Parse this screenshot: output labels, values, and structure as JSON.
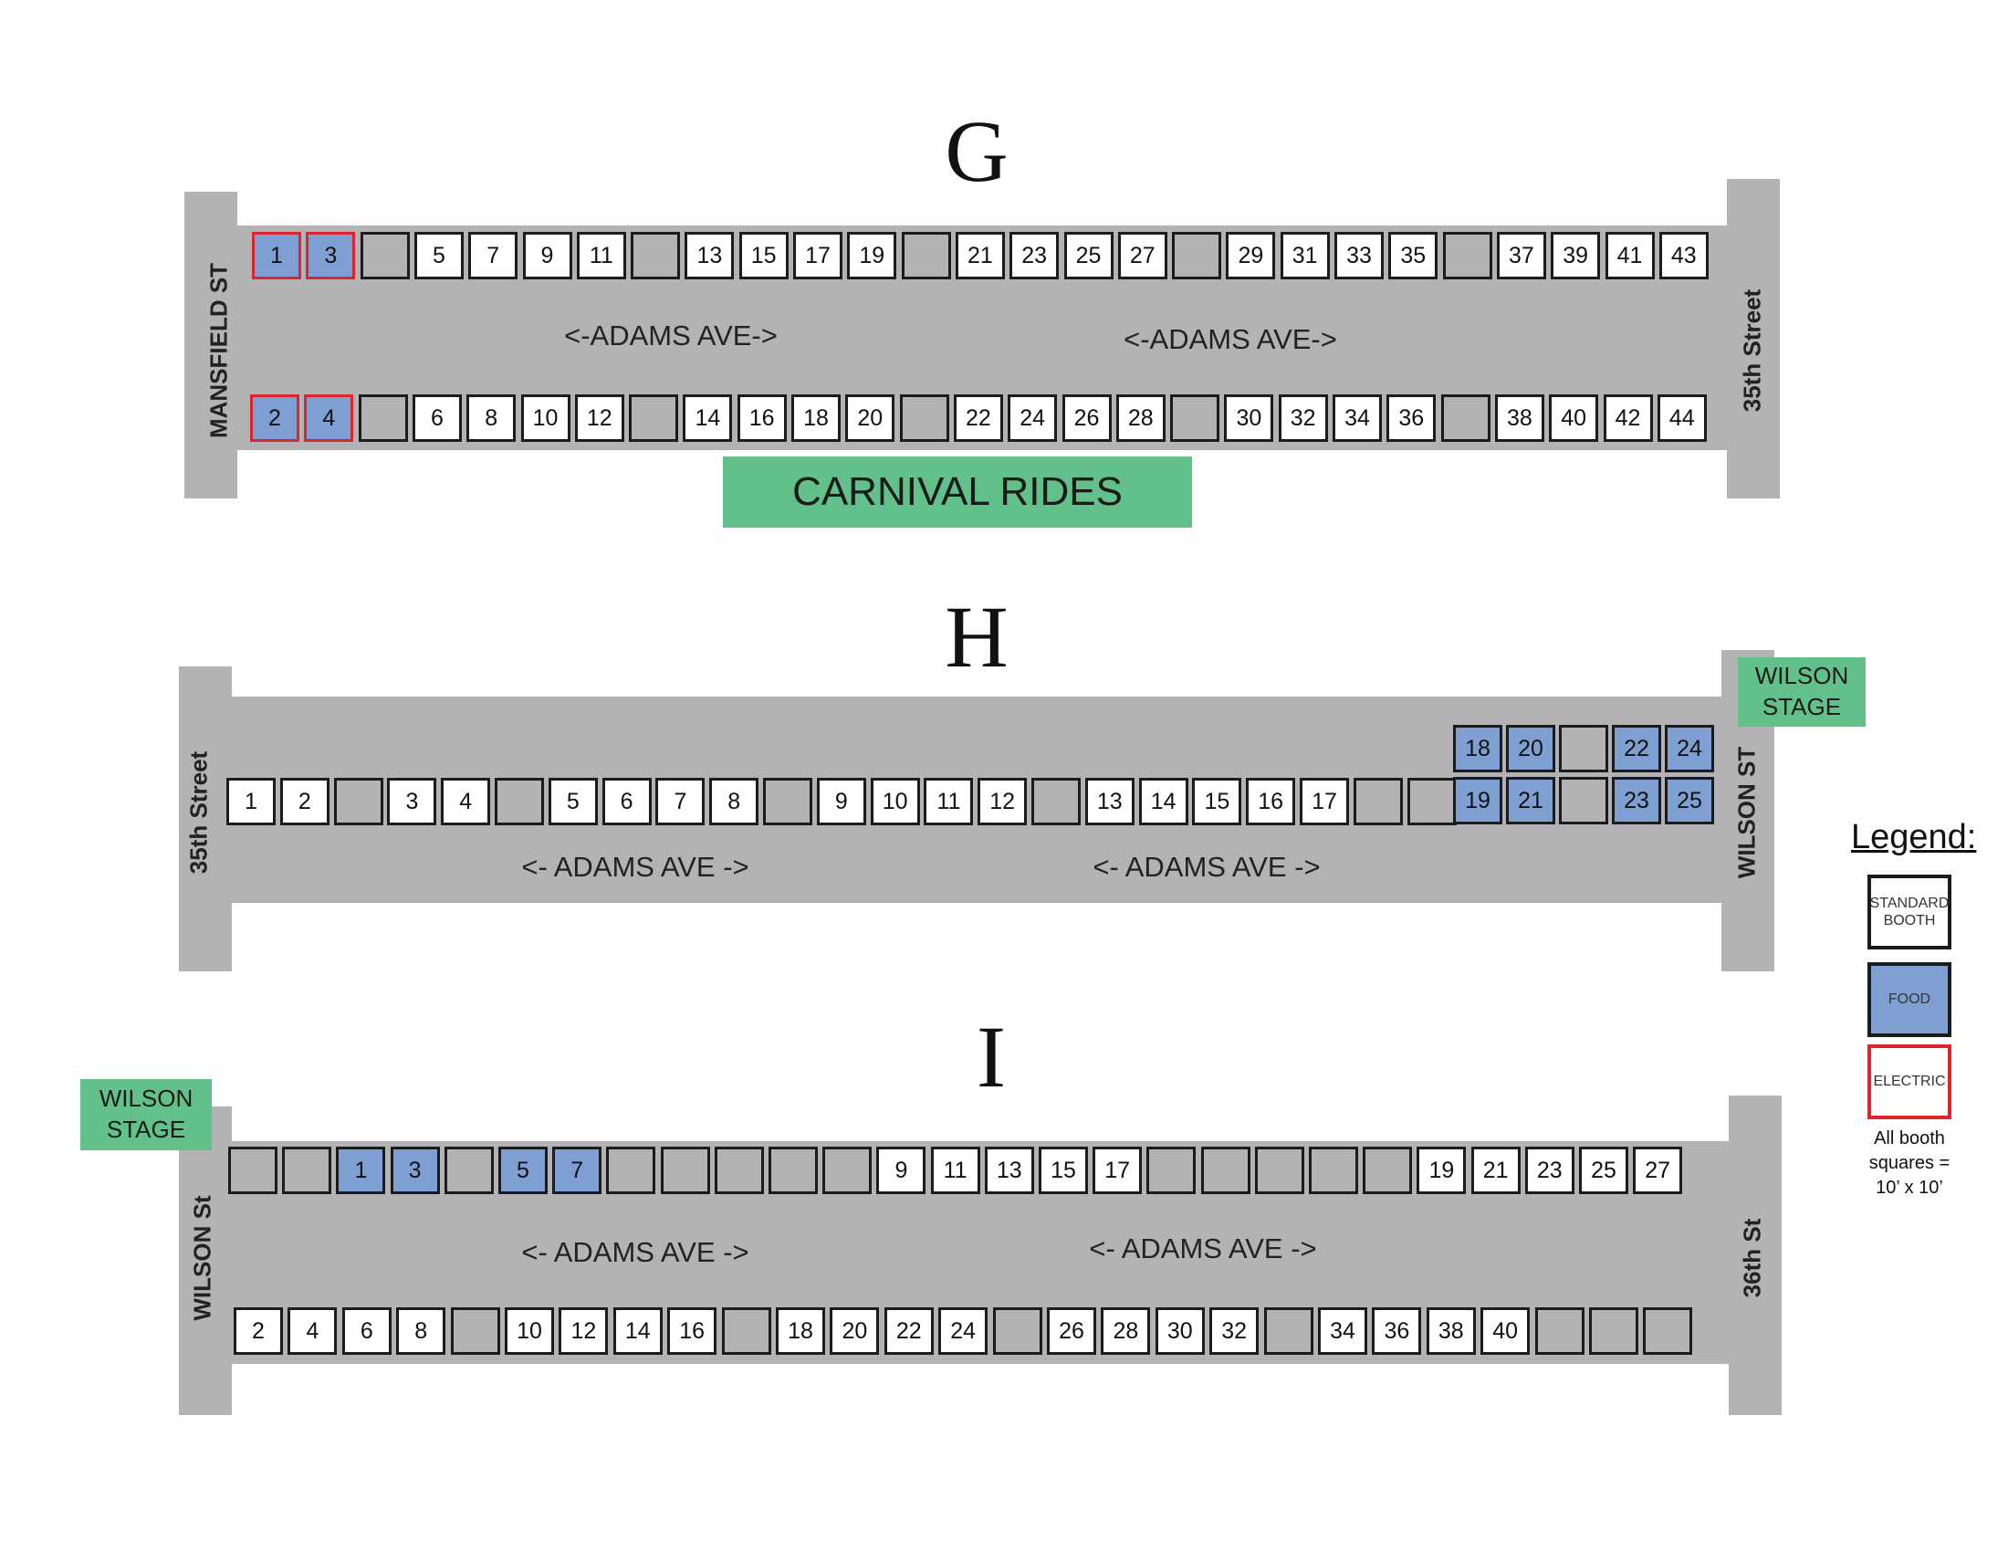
{
  "sections": {
    "G": {
      "title": "G",
      "left_street": "MANSFIELD ST",
      "right_street": "35th Street",
      "ave_labels": [
        "<-ADAMS AVE->",
        "<-ADAMS AVE->"
      ],
      "top_row": [
        {
          "label": "1",
          "type": "food-electric"
        },
        {
          "label": "3",
          "type": "food-electric"
        },
        {
          "label": "",
          "type": "empty"
        },
        {
          "label": "5",
          "type": "standard"
        },
        {
          "label": "7",
          "type": "standard"
        },
        {
          "label": "9",
          "type": "standard"
        },
        {
          "label": "11",
          "type": "standard"
        },
        {
          "label": "",
          "type": "empty"
        },
        {
          "label": "13",
          "type": "standard"
        },
        {
          "label": "15",
          "type": "standard"
        },
        {
          "label": "17",
          "type": "standard"
        },
        {
          "label": "19",
          "type": "standard"
        },
        {
          "label": "",
          "type": "empty"
        },
        {
          "label": "21",
          "type": "standard"
        },
        {
          "label": "23",
          "type": "standard"
        },
        {
          "label": "25",
          "type": "standard"
        },
        {
          "label": "27",
          "type": "standard"
        },
        {
          "label": "",
          "type": "empty"
        },
        {
          "label": "29",
          "type": "standard"
        },
        {
          "label": "31",
          "type": "standard"
        },
        {
          "label": "33",
          "type": "standard"
        },
        {
          "label": "35",
          "type": "standard"
        },
        {
          "label": "",
          "type": "empty"
        },
        {
          "label": "37",
          "type": "standard"
        },
        {
          "label": "39",
          "type": "standard"
        },
        {
          "label": "41",
          "type": "standard"
        },
        {
          "label": "43",
          "type": "standard"
        }
      ],
      "bottom_row": [
        {
          "label": "2",
          "type": "food-electric"
        },
        {
          "label": "4",
          "type": "food-electric"
        },
        {
          "label": "",
          "type": "empty"
        },
        {
          "label": "6",
          "type": "standard"
        },
        {
          "label": "8",
          "type": "standard"
        },
        {
          "label": "10",
          "type": "standard"
        },
        {
          "label": "12",
          "type": "standard"
        },
        {
          "label": "",
          "type": "empty"
        },
        {
          "label": "14",
          "type": "standard"
        },
        {
          "label": "16",
          "type": "standard"
        },
        {
          "label": "18",
          "type": "standard"
        },
        {
          "label": "20",
          "type": "standard"
        },
        {
          "label": "",
          "type": "empty"
        },
        {
          "label": "22",
          "type": "standard"
        },
        {
          "label": "24",
          "type": "standard"
        },
        {
          "label": "26",
          "type": "standard"
        },
        {
          "label": "28",
          "type": "standard"
        },
        {
          "label": "",
          "type": "empty"
        },
        {
          "label": "30",
          "type": "standard"
        },
        {
          "label": "32",
          "type": "standard"
        },
        {
          "label": "34",
          "type": "standard"
        },
        {
          "label": "36",
          "type": "standard"
        },
        {
          "label": "",
          "type": "empty"
        },
        {
          "label": "38",
          "type": "standard"
        },
        {
          "label": "40",
          "type": "standard"
        },
        {
          "label": "42",
          "type": "standard"
        },
        {
          "label": "44",
          "type": "standard"
        }
      ],
      "carnival_label": "CARNIVAL RIDES"
    },
    "H": {
      "title": "H",
      "left_street": "35th Street",
      "right_street": "WILSON ST",
      "ave_labels": [
        "<- ADAMS AVE ->",
        "<- ADAMS AVE ->"
      ],
      "main_row": [
        {
          "label": "1",
          "type": "standard"
        },
        {
          "label": "2",
          "type": "standard"
        },
        {
          "label": "",
          "type": "empty"
        },
        {
          "label": "3",
          "type": "standard"
        },
        {
          "label": "4",
          "type": "standard"
        },
        {
          "label": "",
          "type": "empty"
        },
        {
          "label": "5",
          "type": "standard"
        },
        {
          "label": "6",
          "type": "standard"
        },
        {
          "label": "7",
          "type": "standard"
        },
        {
          "label": "8",
          "type": "standard"
        },
        {
          "label": "",
          "type": "empty"
        },
        {
          "label": "9",
          "type": "standard"
        },
        {
          "label": "10",
          "type": "standard"
        },
        {
          "label": "11",
          "type": "standard"
        },
        {
          "label": "12",
          "type": "standard"
        },
        {
          "label": "",
          "type": "empty"
        },
        {
          "label": "13",
          "type": "standard"
        },
        {
          "label": "14",
          "type": "standard"
        },
        {
          "label": "15",
          "type": "standard"
        },
        {
          "label": "16",
          "type": "standard"
        },
        {
          "label": "17",
          "type": "standard"
        },
        {
          "label": "",
          "type": "empty"
        },
        {
          "label": "",
          "type": "empty"
        }
      ],
      "food_top": [
        {
          "label": "18",
          "type": "food"
        },
        {
          "label": "20",
          "type": "food"
        },
        {
          "label": "",
          "type": "empty"
        },
        {
          "label": "22",
          "type": "food"
        },
        {
          "label": "24",
          "type": "food"
        }
      ],
      "food_bottom": [
        {
          "label": "19",
          "type": "food"
        },
        {
          "label": "21",
          "type": "food"
        },
        {
          "label": "",
          "type": "empty"
        },
        {
          "label": "23",
          "type": "food"
        },
        {
          "label": "25",
          "type": "food"
        }
      ],
      "stage_label": [
        "WILSON",
        "STAGE"
      ]
    },
    "I": {
      "title": "I",
      "left_street": "WILSON St",
      "right_street": "36th St",
      "ave_labels": [
        "<- ADAMS AVE ->",
        "<- ADAMS AVE ->"
      ],
      "top_row": [
        {
          "label": "",
          "type": "empty"
        },
        {
          "label": "",
          "type": "empty"
        },
        {
          "label": "1",
          "type": "food"
        },
        {
          "label": "3",
          "type": "food"
        },
        {
          "label": "",
          "type": "empty"
        },
        {
          "label": "5",
          "type": "food"
        },
        {
          "label": "7",
          "type": "food"
        },
        {
          "label": "",
          "type": "empty"
        },
        {
          "label": "",
          "type": "empty"
        },
        {
          "label": "",
          "type": "empty"
        },
        {
          "label": "",
          "type": "empty"
        },
        {
          "label": "",
          "type": "empty"
        },
        {
          "label": "9",
          "type": "standard"
        },
        {
          "label": "11",
          "type": "standard"
        },
        {
          "label": "13",
          "type": "standard"
        },
        {
          "label": "15",
          "type": "standard"
        },
        {
          "label": "17",
          "type": "standard"
        },
        {
          "label": "",
          "type": "empty"
        },
        {
          "label": "",
          "type": "empty"
        },
        {
          "label": "",
          "type": "empty"
        },
        {
          "label": "",
          "type": "empty"
        },
        {
          "label": "",
          "type": "empty"
        },
        {
          "label": "19",
          "type": "standard"
        },
        {
          "label": "21",
          "type": "standard"
        },
        {
          "label": "23",
          "type": "standard"
        },
        {
          "label": "25",
          "type": "standard"
        },
        {
          "label": "27",
          "type": "standard"
        }
      ],
      "bottom_row": [
        {
          "label": "2",
          "type": "standard"
        },
        {
          "label": "4",
          "type": "standard"
        },
        {
          "label": "6",
          "type": "standard"
        },
        {
          "label": "8",
          "type": "standard"
        },
        {
          "label": "",
          "type": "empty"
        },
        {
          "label": "10",
          "type": "standard"
        },
        {
          "label": "12",
          "type": "standard"
        },
        {
          "label": "14",
          "type": "standard"
        },
        {
          "label": "16",
          "type": "standard"
        },
        {
          "label": "",
          "type": "empty"
        },
        {
          "label": "18",
          "type": "standard"
        },
        {
          "label": "20",
          "type": "standard"
        },
        {
          "label": "22",
          "type": "standard"
        },
        {
          "label": "24",
          "type": "standard"
        },
        {
          "label": "",
          "type": "empty"
        },
        {
          "label": "26",
          "type": "standard"
        },
        {
          "label": "28",
          "type": "standard"
        },
        {
          "label": "30",
          "type": "standard"
        },
        {
          "label": "32",
          "type": "standard"
        },
        {
          "label": "",
          "type": "empty"
        },
        {
          "label": "34",
          "type": "standard"
        },
        {
          "label": "36",
          "type": "standard"
        },
        {
          "label": "38",
          "type": "standard"
        },
        {
          "label": "40",
          "type": "standard"
        },
        {
          "label": "",
          "type": "empty"
        },
        {
          "label": "",
          "type": "empty"
        },
        {
          "label": "",
          "type": "empty"
        }
      ],
      "stage_label": [
        "WILSON",
        "STAGE"
      ]
    }
  },
  "legend": {
    "title": "Legend:",
    "standard": "STANDARD BOOTH",
    "food": "FOOD",
    "electric": "ELECTRIC",
    "note": "All booth squares = 10’ x 10’"
  },
  "colors": {
    "road": "#b3b3b5",
    "food": "#7f9fd2",
    "electric_border": "#d9262e",
    "green_label": "#62c08a"
  }
}
